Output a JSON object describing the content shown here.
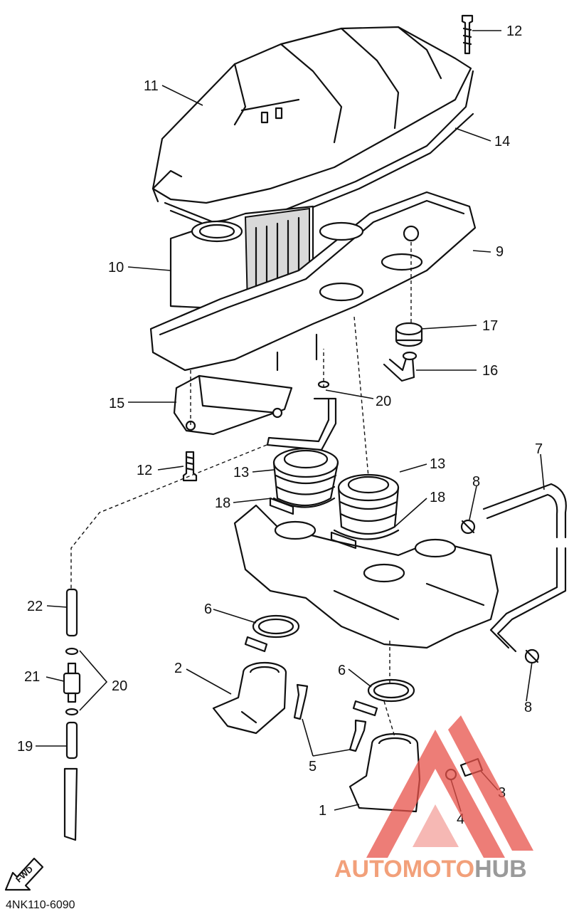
{
  "callouts": {
    "c1": "1",
    "c2": "2",
    "c3": "3",
    "c4": "4",
    "c5": "5",
    "c6a": "6",
    "c6b": "6",
    "c7": "7",
    "c8a": "8",
    "c8b": "8",
    "c9": "9",
    "c10": "10",
    "c11": "11",
    "c12a": "12",
    "c12b": "12",
    "c13a": "13",
    "c13b": "13",
    "c14": "14",
    "c15": "15",
    "c16": "16",
    "c17": "17",
    "c18a": "18",
    "c18b": "18",
    "c19": "19",
    "c20a": "20",
    "c20b": "20",
    "c21": "21",
    "c22": "22"
  },
  "diagram_code": "4NK110-6090",
  "fwd_label": "FWD",
  "watermark": {
    "brand_first": "AUTOMOTO",
    "brand_second": "HUB",
    "colors": {
      "triangle": "#e8524a",
      "brand_first": "#f2a07a",
      "brand_second": "#9a9a9a"
    }
  }
}
